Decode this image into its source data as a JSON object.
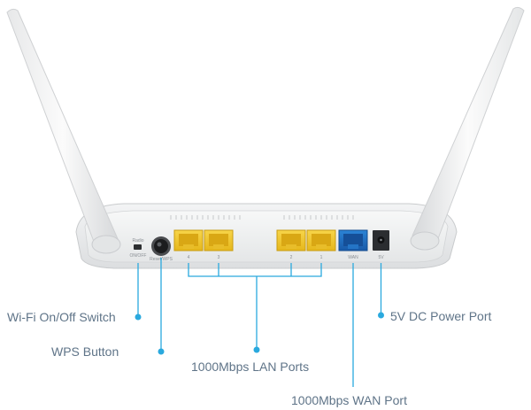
{
  "colors": {
    "accent": "#2aa9de",
    "label_text": "#5f7488",
    "router_body": "#e9eaeb",
    "lan_port": "#f2c62a",
    "wan_port": "#1f6fc1"
  },
  "device": {
    "radio_label": "Radio",
    "onoff_label": "ON/OFF",
    "reset_label": "Reset/WPS",
    "lan_numbers": [
      "4",
      "3",
      "2",
      "1"
    ],
    "wan_label": "WAN",
    "power_label": "5V"
  },
  "callouts": {
    "wifi_switch": "Wi-Fi On/Off Switch",
    "wps_button": "WPS Button",
    "lan_ports": "1000Mbps LAN Ports",
    "wan_port": "1000Mbps WAN Port",
    "power_port": "5V DC Power Port"
  }
}
